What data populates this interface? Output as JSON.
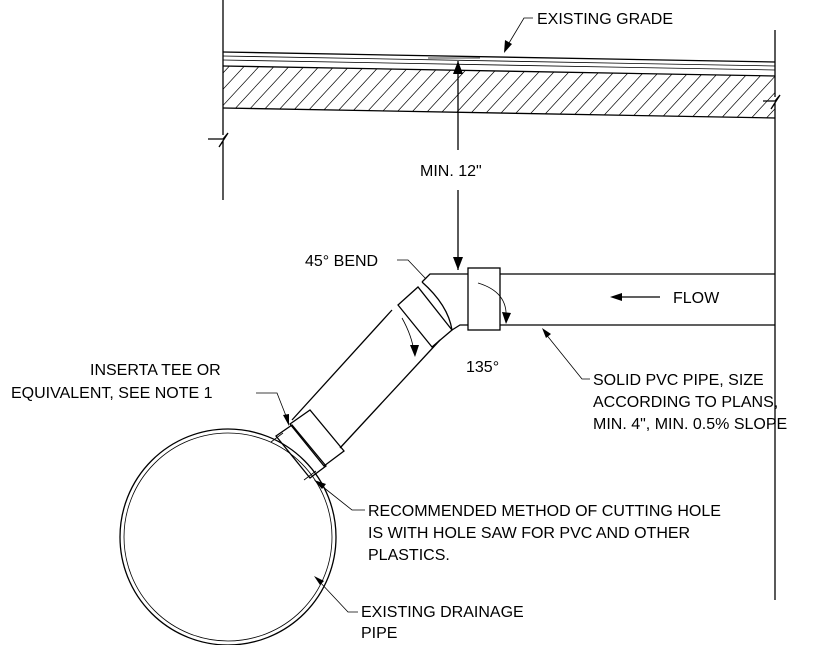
{
  "labels": {
    "existing_grade": "EXISTING GRADE",
    "min_cover": "MIN. 12\"",
    "bend": "45° BEND",
    "flow": "FLOW",
    "angle": "135°",
    "tee_line1": "INSERTA TEE OR",
    "tee_line2": "EQUIVALENT, SEE NOTE 1",
    "pvc_line1": "SOLID PVC PIPE, SIZE",
    "pvc_line2": "ACCORDING TO PLANS,",
    "pvc_line3": "MIN. 4\", MIN. 0.5% SLOPE",
    "hole_line1": "RECOMMENDED METHOD OF CUTTING HOLE",
    "hole_line2": "IS WITH HOLE SAW FOR PVC AND OTHER",
    "hole_line3": "PLASTICS.",
    "drain_line1": "EXISTING DRAINAGE",
    "drain_line2": "PIPE"
  }
}
